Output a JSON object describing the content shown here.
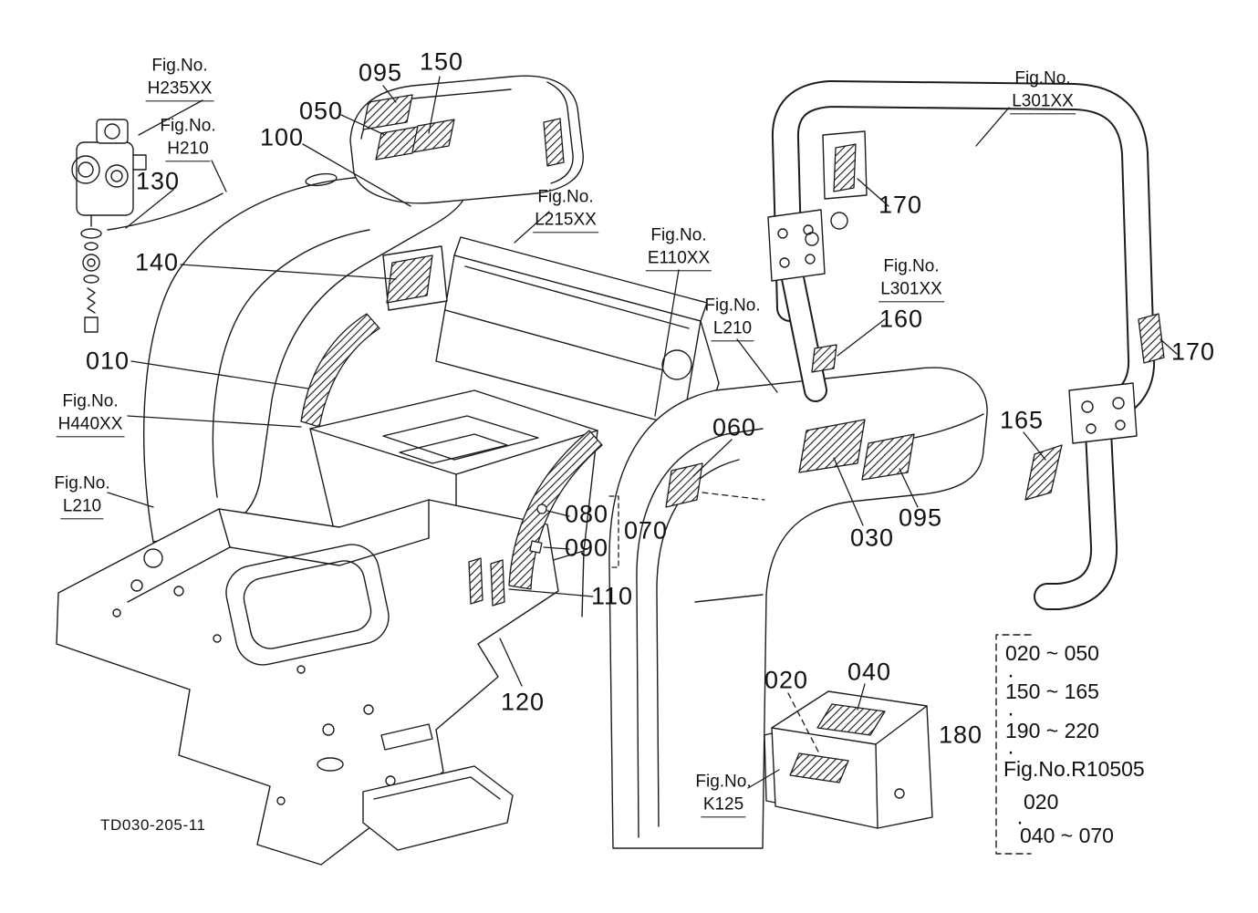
{
  "meta": {
    "background": "#ffffff",
    "line_color": "#1c1c1c"
  },
  "drawing_number": "TD030-205-11",
  "fig_refs": {
    "h235xx": {
      "prefix": "Fig.No.",
      "code": "H235XX"
    },
    "h210": {
      "prefix": "Fig.No.",
      "code": "H210"
    },
    "h440xx": {
      "prefix": "Fig.No.",
      "code": "H440XX"
    },
    "l210_left": {
      "prefix": "Fig.No.",
      "code": "L210"
    },
    "l215xx": {
      "prefix": "Fig.No.",
      "code": "L215XX"
    },
    "e110xx": {
      "prefix": "Fig.No.",
      "code": "E110XX"
    },
    "l210_mid": {
      "prefix": "Fig.No.",
      "code": "L210"
    },
    "l301xx_top": {
      "prefix": "Fig.No.",
      "code": "L301XX"
    },
    "l301xx_mid": {
      "prefix": "Fig.No.",
      "code": "L301XX"
    },
    "k125": {
      "prefix": "Fig.No.",
      "code": "K125"
    }
  },
  "callouts": {
    "c010": "010",
    "c020": "020",
    "c030": "030",
    "c040": "040",
    "c050": "050",
    "c060": "060",
    "c070": "070",
    "c080": "080",
    "c090": "090",
    "c095": "095",
    "c100": "100",
    "c110": "110",
    "c120": "120",
    "c130": "130",
    "c140": "140",
    "c150": "150",
    "c160": "160",
    "c165": "165",
    "c170": "170",
    "c180": "180"
  },
  "legend": {
    "dot": "·",
    "rows": [
      "020 ~ 050",
      "150 ~ 165",
      "190 ~ 220",
      "Fig.No.R10505",
      "020",
      "040 ~ 070"
    ]
  }
}
